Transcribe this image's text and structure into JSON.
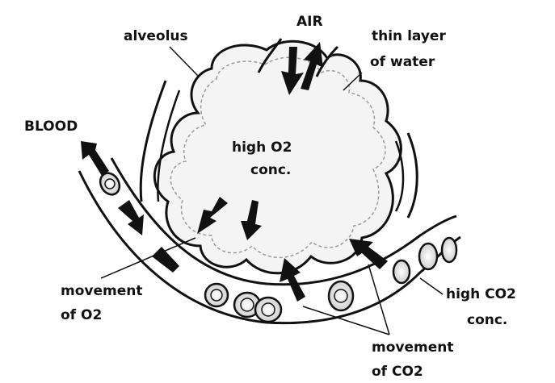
{
  "labels": {
    "air": "AIR",
    "alveolus": "alveolus",
    "water_line1": "thin layer",
    "water_line2": "of water",
    "blood": "BLOOD",
    "high_o2_line1": "high O2",
    "high_o2_line2": "conc.",
    "move_o2_line1": "movement",
    "move_o2_line2": "of O2",
    "high_co2_line1": "high CO2",
    "high_co2_line2": "conc.",
    "move_co2_line1": "movement",
    "move_co2_line2": "of CO2"
  }
}
